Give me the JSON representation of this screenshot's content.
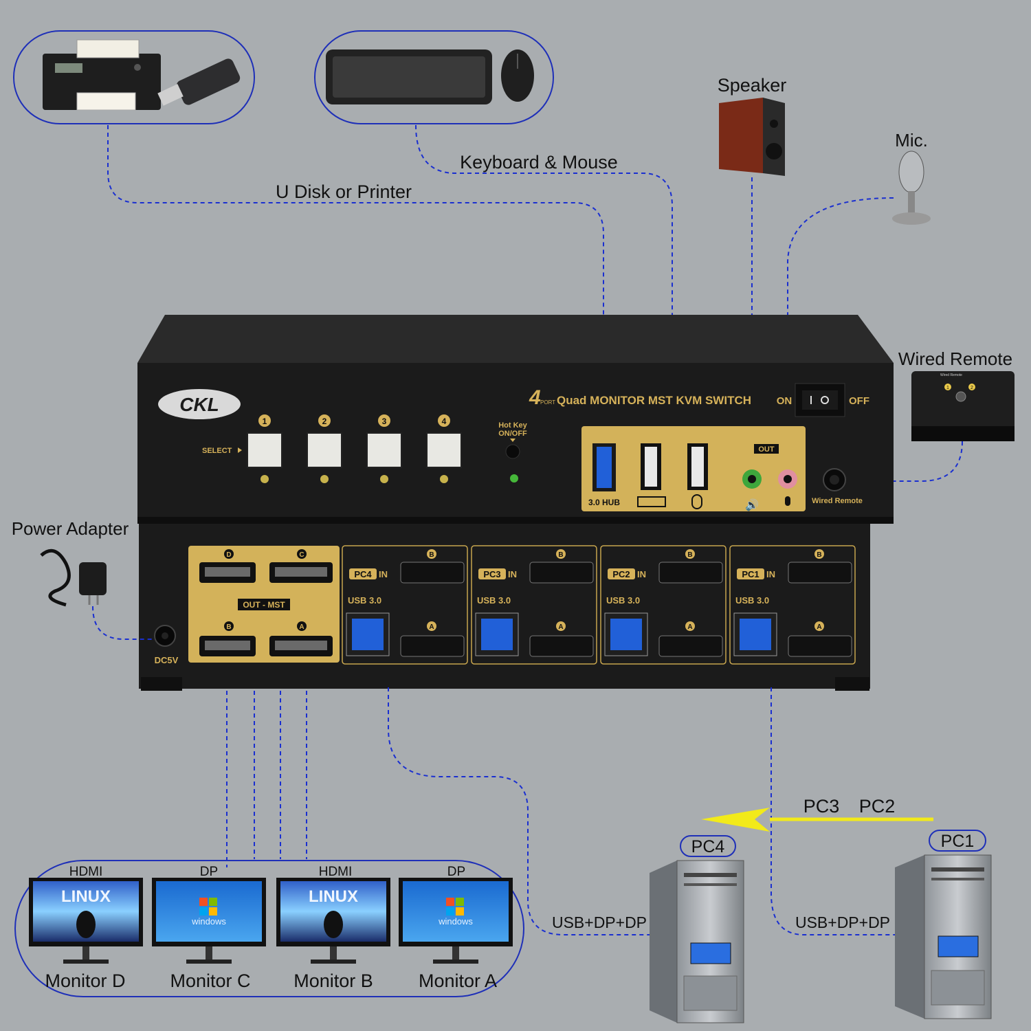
{
  "labels": {
    "udisk": "U Disk or Printer",
    "keyboard": "Keyboard & Mouse",
    "speaker": "Speaker",
    "mic": "Mic.",
    "wired_remote": "Wired Remote",
    "power_adapter": "Power Adapter"
  },
  "device": {
    "brand": "CKL",
    "model_num": "4",
    "model_port": "PORT",
    "model_text": "Quad MONITOR MST KVM SWITCH",
    "select": "SELECT",
    "buttons": [
      "1",
      "2",
      "3",
      "4"
    ],
    "hotkey_line1": "Hot Key",
    "hotkey_line2": "ON/OFF",
    "on": "ON",
    "off": "OFF",
    "hub": "3.0 HUB",
    "audio_out": "OUT",
    "wired_remote_port": "Wired Remote",
    "remote_btn1": "1",
    "remote_btn2": "2",
    "remote_title": "Wired Remote",
    "dc": "DC5V",
    "out_mst": "OUT - MST",
    "out_d": "D",
    "out_c": "C",
    "out_b": "B",
    "out_a": "A",
    "usb30": "USB 3.0",
    "in": "IN",
    "port_b": "B",
    "port_a": "A",
    "pc_inputs": [
      "PC4",
      "PC3",
      "PC2",
      "PC1"
    ]
  },
  "monitors": [
    {
      "label": "Monitor D",
      "type": "HDMI",
      "screen": "LINUX"
    },
    {
      "label": "Monitor C",
      "type": "DP",
      "screen": "windows"
    },
    {
      "label": "Monitor B",
      "type": "HDMI",
      "screen": "LINUX"
    },
    {
      "label": "Monitor A",
      "type": "DP",
      "screen": "windows"
    }
  ],
  "pcs": {
    "pc4": "PC4",
    "pc1": "PC1",
    "pc3": "PC3",
    "pc2": "PC2",
    "cable_left": "USB+DP+DP",
    "cable_right": "USB+DP+DP"
  },
  "colors": {
    "background": "#a9adb0",
    "wire": "#1a2fd0",
    "gold_panel": "#d3b25a",
    "arrow": "#f2ea1a",
    "usb3_blue": "#2160d8"
  }
}
